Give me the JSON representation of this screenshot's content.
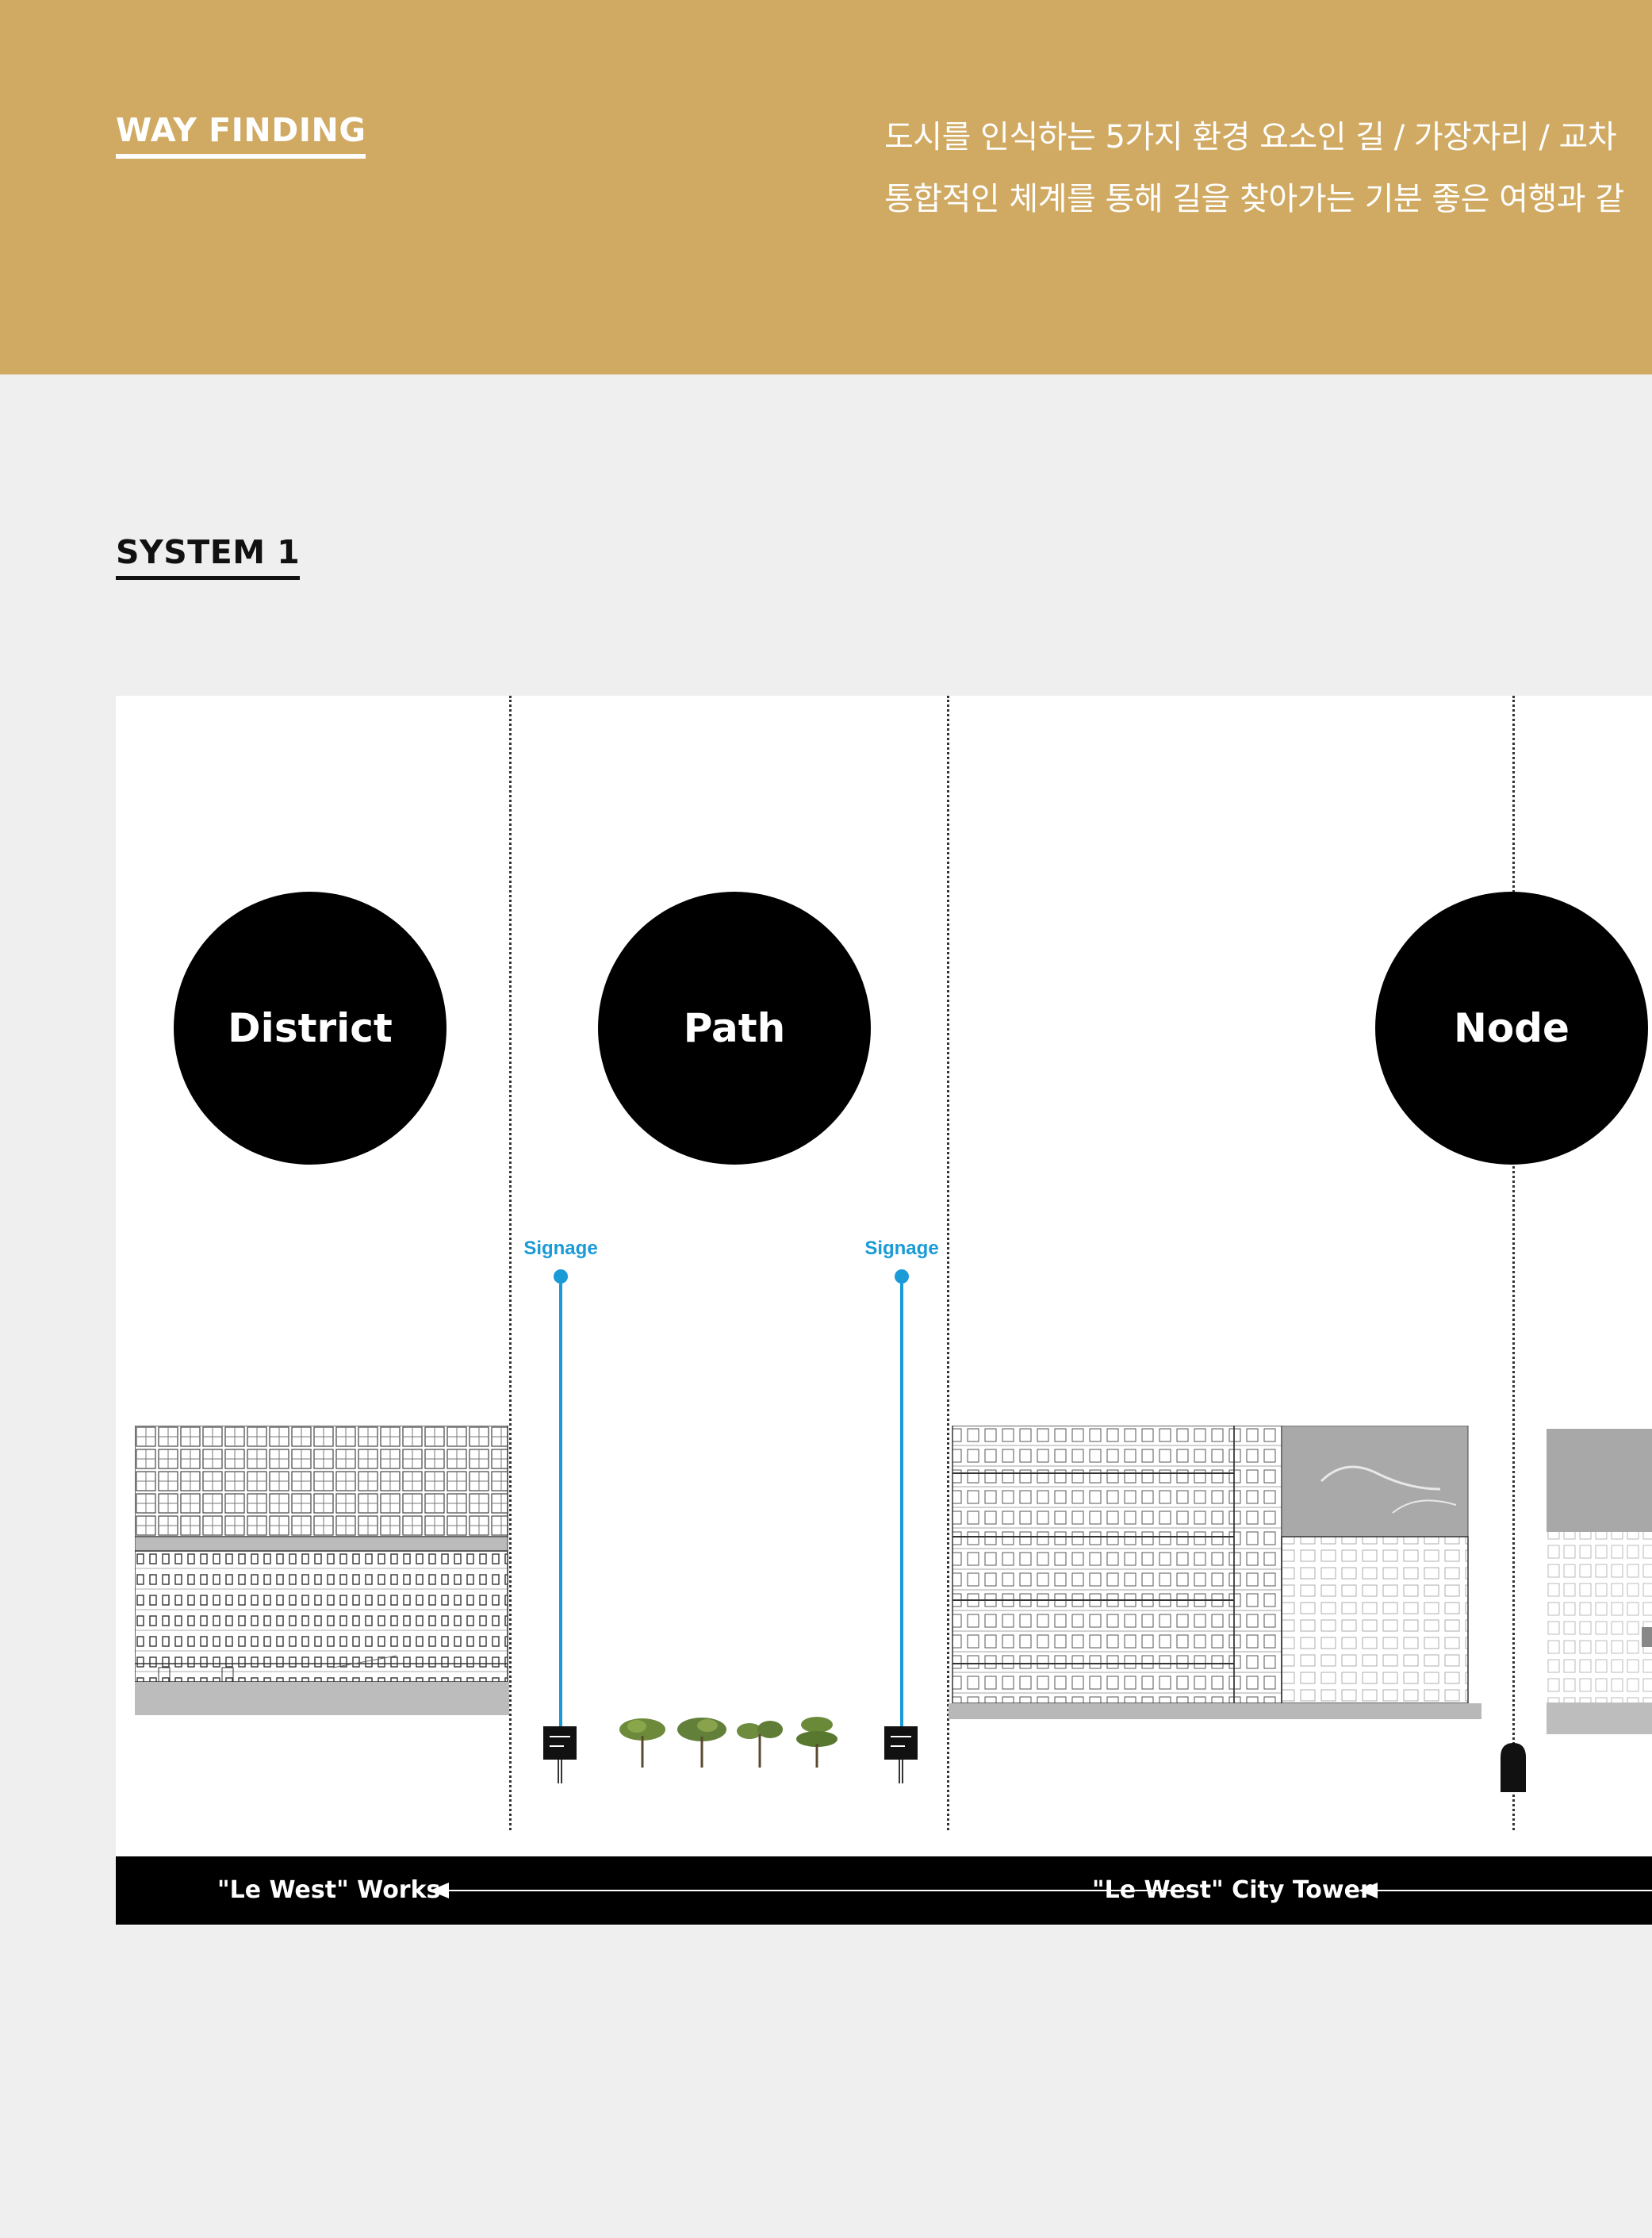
{
  "header": {
    "title": "WAY FINDING",
    "intro_line_1": "도시를 인식하는 5가지 환경 요소인 길 / 가장자리 / 교차",
    "intro_line_2": "통합적인 체계를 통해 길을 찾아가는 기분 좋은 여행과 같",
    "background_color": "#d0aa63"
  },
  "system": {
    "title": "SYSTEM 1"
  },
  "diagram": {
    "elements": [
      {
        "label": "District"
      },
      {
        "label": "Path"
      },
      {
        "label": "Node"
      }
    ],
    "signage": [
      {
        "label": "Signage"
      },
      {
        "label": "Signage"
      }
    ],
    "signage_color": "#1a9bd7",
    "bottom_bar": {
      "left_label": "\"Le West\" Works",
      "right_label": "\"Le West\" City Tower"
    }
  }
}
